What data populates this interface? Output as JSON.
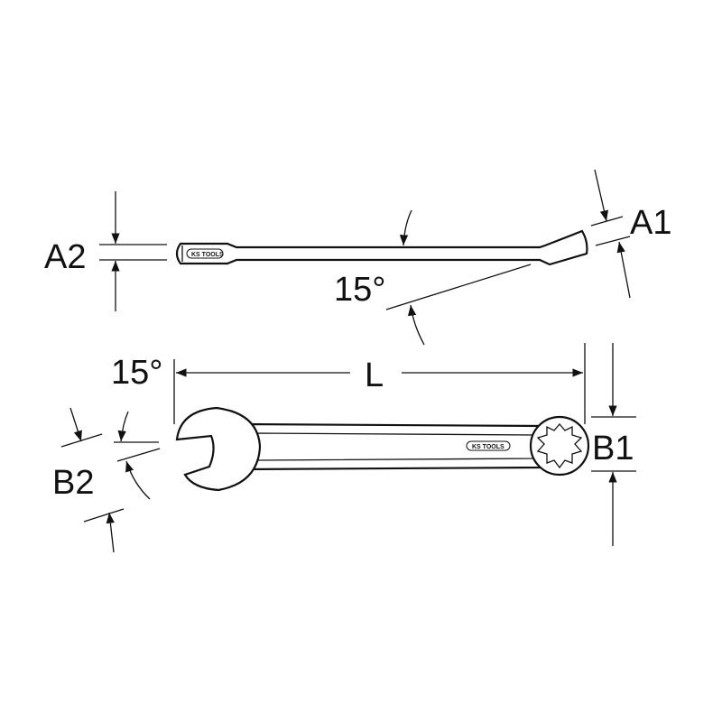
{
  "labels": {
    "a1": "A1",
    "a2": "A2",
    "b1": "B1",
    "b2": "B2",
    "length": "L",
    "angle_side": "15°",
    "angle_head": "15°"
  },
  "brand": {
    "logo_text": "KS TOOLS"
  },
  "colors": {
    "line": "#111111",
    "background": "#ffffff"
  }
}
